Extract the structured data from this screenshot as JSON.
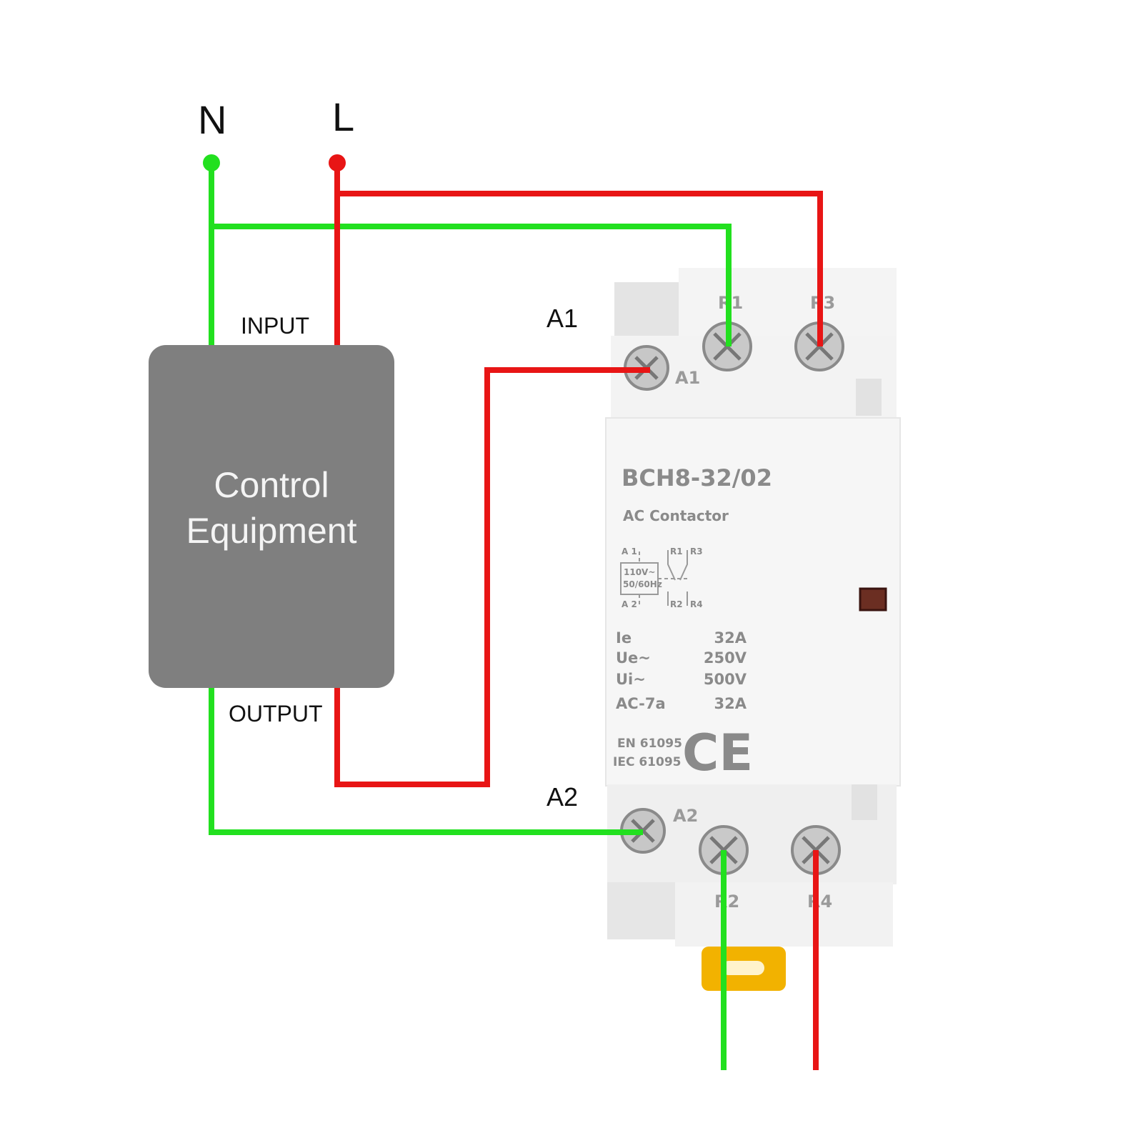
{
  "colors": {
    "neutral_wire": "#22e01f",
    "live_wire": "#e81515",
    "control_box": "#7f7f7f",
    "contactor_body": "#f1f1f1",
    "din_clip": "#f2b200"
  },
  "supply": {
    "neutral_label": "N",
    "live_label": "L"
  },
  "control": {
    "input_label": "INPUT",
    "output_label": "OUTPUT",
    "title_line1": "Control",
    "title_line2": "Equipment"
  },
  "external_labels": {
    "a1": "A1",
    "a2": "A2"
  },
  "contactor": {
    "model": "BCH8-32/02",
    "type": "AC Contactor",
    "terminals": {
      "a1": "A1",
      "a2": "A2",
      "r1": "R1",
      "r2": "R2",
      "r3": "R3",
      "r4": "R4"
    },
    "schematic": {
      "a1": "A 1",
      "a2": "A 2",
      "coil_voltage": "110V~",
      "coil_freq": "50/60Hz",
      "r1": "R1",
      "r2": "R2",
      "r3": "R3",
      "r4": "R4"
    },
    "specs": [
      {
        "key": "Ie",
        "value": "32A"
      },
      {
        "key": "Ue~",
        "value": "250V"
      },
      {
        "key": "Ui~",
        "value": "500V"
      },
      {
        "key": "AC-7a",
        "value": "32A"
      }
    ],
    "standards": [
      "EN 61095",
      "IEC 61095"
    ],
    "mark": "CE"
  }
}
